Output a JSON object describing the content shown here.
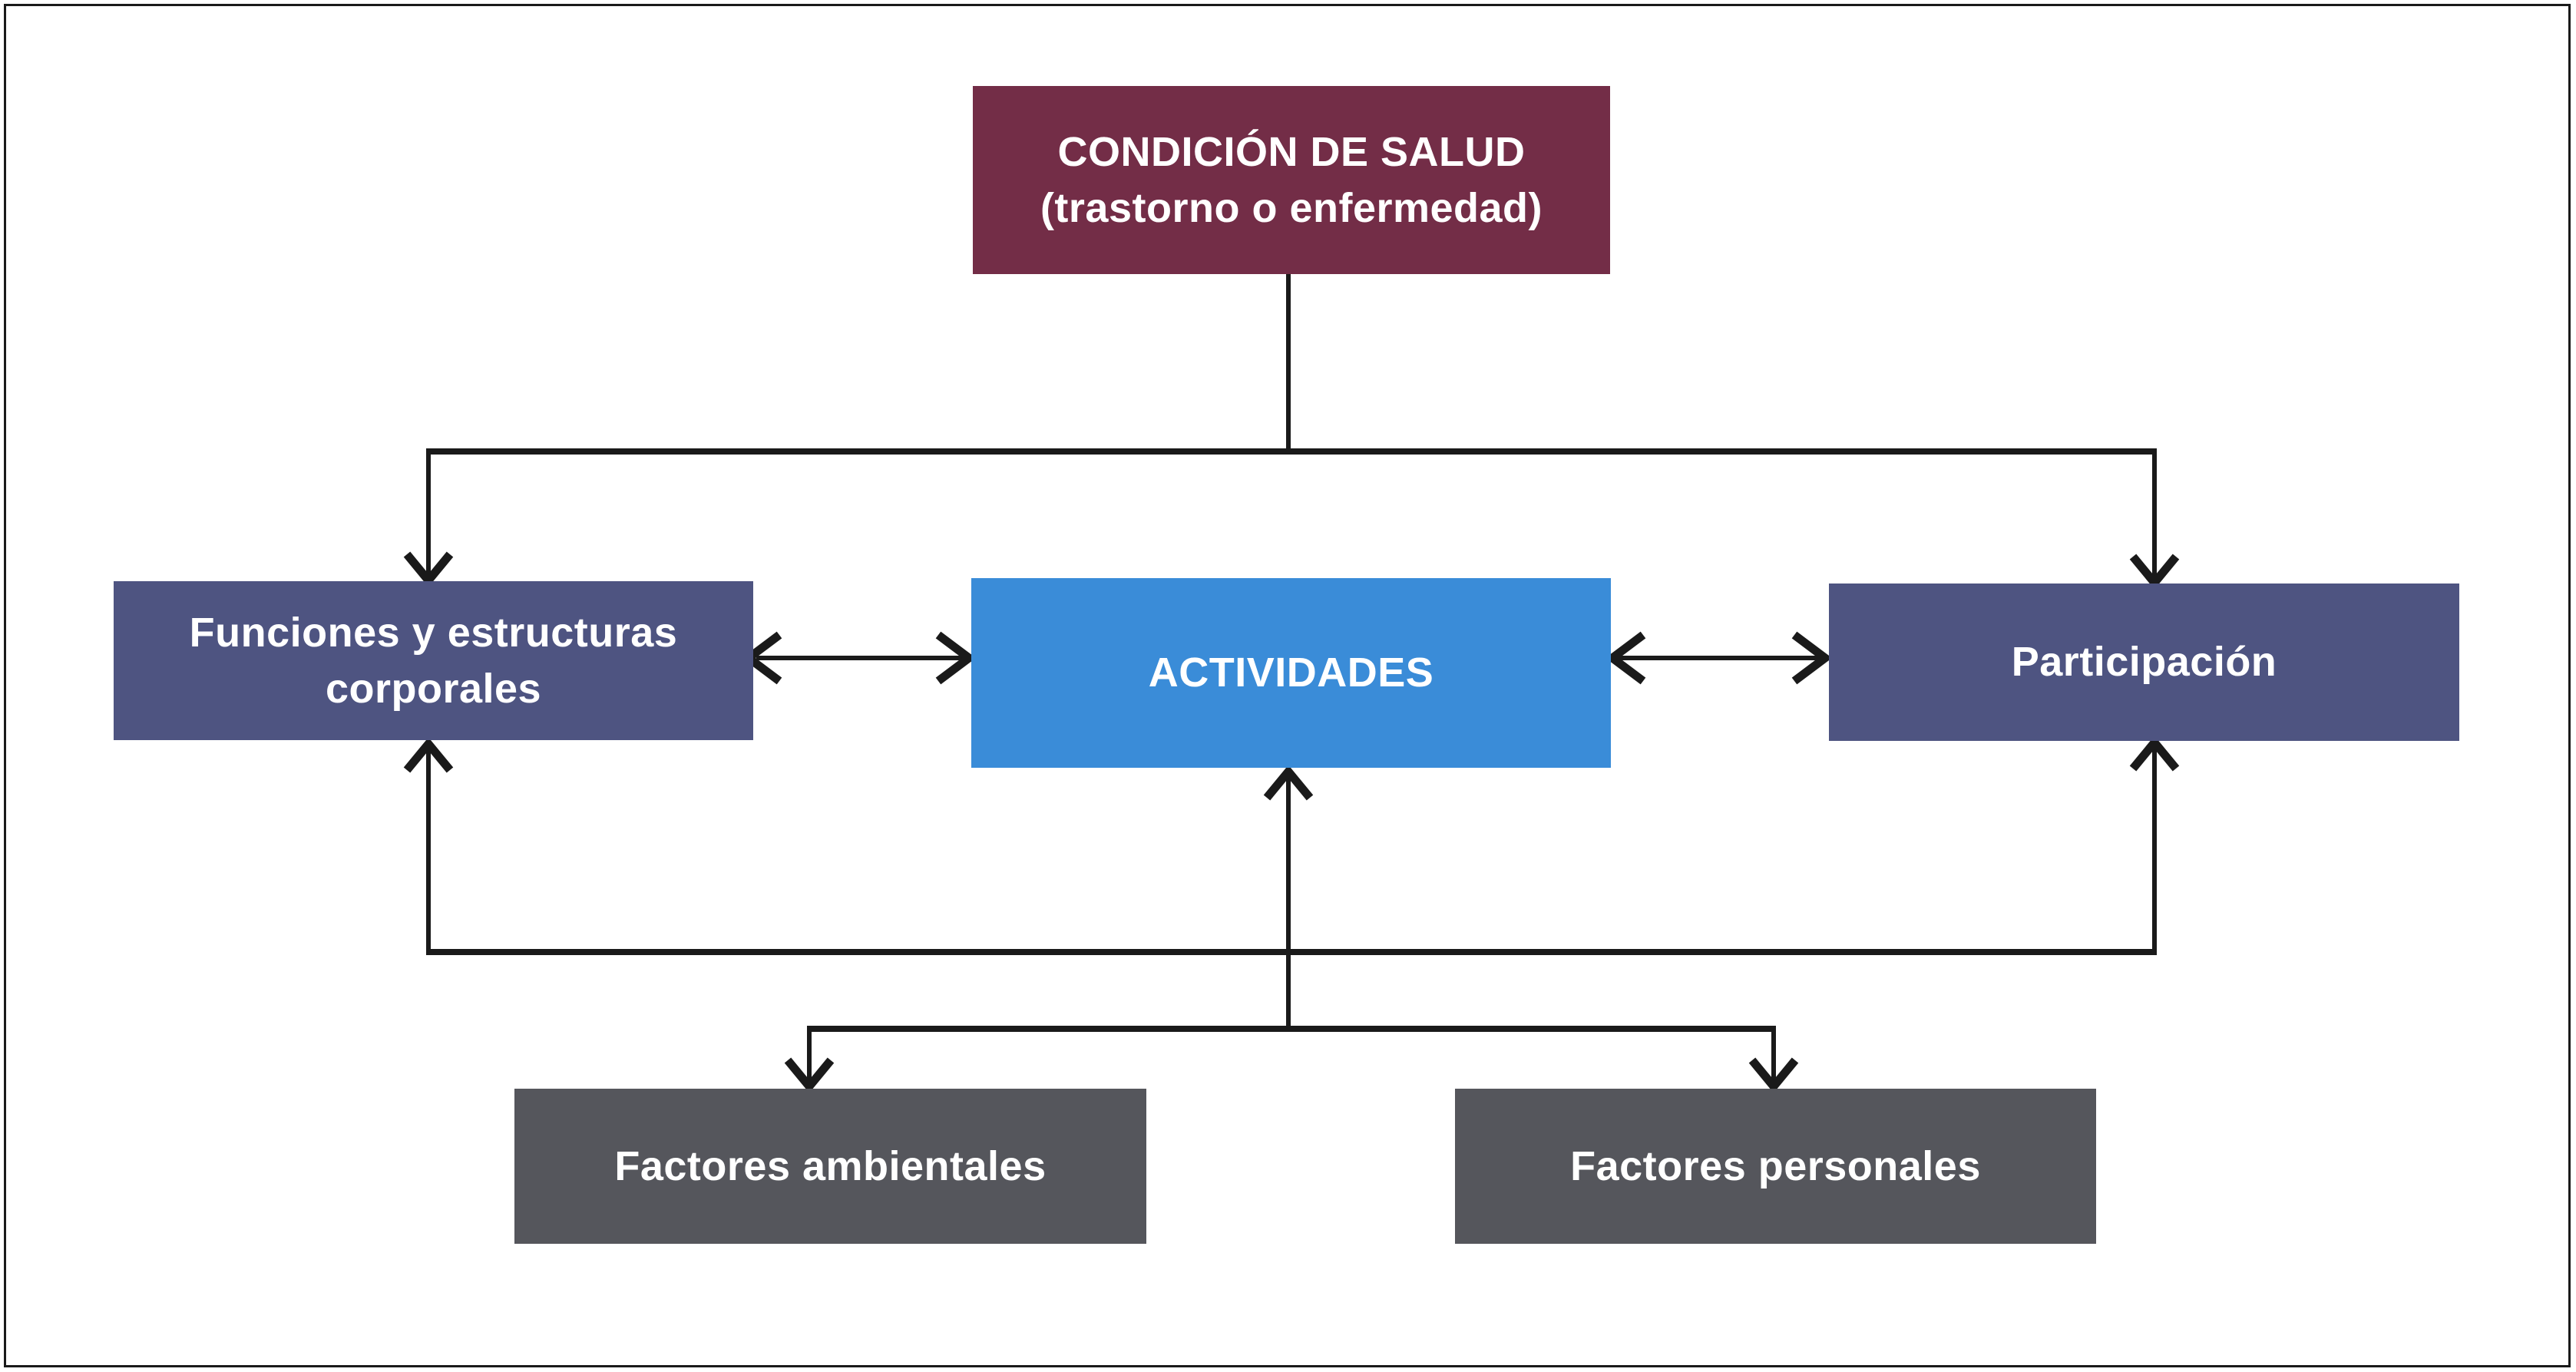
{
  "diagram": {
    "health_condition": {
      "line1": "CONDICIÓN DE SALUD",
      "line2": "(trastorno o enfermedad)",
      "color": "#732d47"
    },
    "body_functions": {
      "line1": "Funciones y estructuras",
      "line2": "corporales",
      "color": "#4e5481"
    },
    "activities": {
      "label": "ACTIVIDADES",
      "color": "#3a8cd8"
    },
    "participation": {
      "label": "Participación",
      "color": "#4e5481"
    },
    "environmental_factors": {
      "label": "Factores ambientales",
      "color": "#55565c"
    },
    "personal_factors": {
      "label": "Factores personales",
      "color": "#55565c"
    },
    "connector_color": "#1a1a1a",
    "text_color": "#ffffff",
    "background_color": "#ffffff"
  }
}
